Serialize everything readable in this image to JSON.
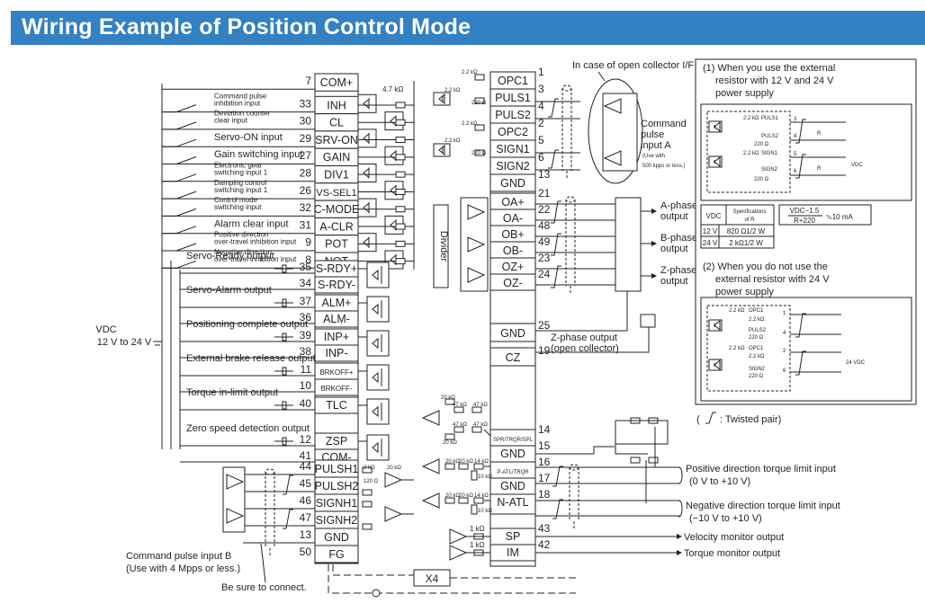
{
  "title": "Wiring Example of Position Control Mode",
  "connector_left": {
    "pins": [
      {
        "num": "7",
        "sig": "COM+",
        "desc": ""
      },
      {
        "num": "33",
        "sig": "INH",
        "desc": "Command pulse inhibition input"
      },
      {
        "num": "30",
        "sig": "CL",
        "desc": "Deviation counter clear input"
      },
      {
        "num": "29",
        "sig": "SRV-ON",
        "desc": "Servo-ON input"
      },
      {
        "num": "27",
        "sig": "GAIN",
        "desc": "Gain switching input"
      },
      {
        "num": "28",
        "sig": "DIV1",
        "desc": "Electronic gear switching input 1"
      },
      {
        "num": "26",
        "sig": "VS-SEL1",
        "desc": "Damping control switching input 1"
      },
      {
        "num": "32",
        "sig": "C-MODE",
        "desc": "Control mode switching input"
      },
      {
        "num": "31",
        "sig": "A-CLR",
        "desc": "Alarm clear input"
      },
      {
        "num": "9",
        "sig": "POT",
        "desc": "Positive direction over-travel inhibition input"
      },
      {
        "num": "8",
        "sig": "NOT",
        "desc": "Negative direction over-travel inhibition input"
      }
    ],
    "input_desc_lines": [
      [
        "Command pulse",
        "inhibition input"
      ],
      [
        "Deviation counter",
        "clear input"
      ],
      [
        "Servo-ON input"
      ],
      [
        "Gain switching input"
      ],
      [
        "Electronic gear",
        "switching input 1"
      ],
      [
        "Damping control",
        "switching input 1"
      ],
      [
        "Control mode",
        "switching input"
      ],
      [
        "Alarm clear input"
      ],
      [
        "Positive direction",
        "over-travel inhibition input"
      ],
      [
        "Negative direction",
        "over-travel inhibition input"
      ]
    ],
    "input_resistor": "4.7 kΩ",
    "outputs": [
      {
        "label": "Servo-Ready output",
        "pins": [
          {
            "num": "35",
            "sig": "S-RDY+"
          },
          {
            "num": "34",
            "sig": "S-RDY-"
          }
        ]
      },
      {
        "label": "Servo-Alarm output",
        "pins": [
          {
            "num": "37",
            "sig": "ALM+"
          },
          {
            "num": "36",
            "sig": "ALM-"
          }
        ]
      },
      {
        "label": "Positioning complete output",
        "pins": [
          {
            "num": "39",
            "sig": "INP+"
          },
          {
            "num": "38",
            "sig": "INP-"
          }
        ]
      },
      {
        "label": "External brake release output",
        "pins": [
          {
            "num": "11",
            "sig": "BRKOFF+"
          },
          {
            "num": "10",
            "sig": "BRKOFF-"
          }
        ]
      },
      {
        "label": "Torque in-limit output",
        "pins": [
          {
            "num": "40",
            "sig": "TLC"
          }
        ]
      },
      {
        "label": "Zero speed detection output",
        "pins": [
          {
            "num": "12",
            "sig": "ZSP"
          },
          {
            "num": "41",
            "sig": "COM-"
          }
        ]
      }
    ],
    "supply": {
      "label": "VDC",
      "range": "12 V to 24 V"
    },
    "pulse_b": [
      {
        "num": "44",
        "sig": "PULSH1"
      },
      {
        "num": "45",
        "sig": "PULSH2"
      },
      {
        "num": "46",
        "sig": "SIGNH1"
      },
      {
        "num": "47",
        "sig": "SIGNH2"
      },
      {
        "num": "13",
        "sig": "GND"
      },
      {
        "num": "50",
        "sig": "FG"
      }
    ],
    "pulse_b_label": [
      "Command pulse input B",
      "(Use with 4 Mpps or less.)"
    ],
    "connect_note": "Be sure to connect.",
    "pulse_b_resistors": {
      "series": "2 kΩ",
      "term": "120 Ω",
      "bias": "20 kΩ"
    }
  },
  "connector_right": {
    "pulse_a": [
      {
        "num": "1",
        "sig": "OPC1"
      },
      {
        "num": "3",
        "sig": "PULS1"
      },
      {
        "num": "4",
        "sig": "PULS2"
      },
      {
        "num": "2",
        "sig": "OPC2"
      },
      {
        "num": "5",
        "sig": "SIGN1"
      },
      {
        "num": "6",
        "sig": "SIGN2"
      },
      {
        "num": "13",
        "sig": "GND"
      }
    ],
    "pulse_a_resistors": {
      "r1": "2.2 kΩ",
      "r2": "220 Ω"
    },
    "open_collector_note": "In case of open collector I/F",
    "pulse_a_label": [
      "Command",
      "pulse",
      "input A"
    ],
    "pulse_a_note": [
      "(Use with",
      "500 kpps or less.)"
    ],
    "divider_label": "Divider",
    "encoder": [
      {
        "num": "21",
        "sig": "OA+"
      },
      {
        "num": "22",
        "sig": "OA-"
      },
      {
        "num": "48",
        "sig": "OB+"
      },
      {
        "num": "49",
        "sig": "OB-"
      },
      {
        "num": "23",
        "sig": "OZ+"
      },
      {
        "num": "24",
        "sig": "OZ-"
      }
    ],
    "phase_outputs": [
      [
        "A-phase",
        "output"
      ],
      [
        "B-phase",
        "output"
      ],
      [
        "Z-phase",
        "output"
      ]
    ],
    "gnd_pin": {
      "num": "25",
      "sig": "GND"
    },
    "cz_pin": {
      "num": "19",
      "sig": "CZ"
    },
    "z_open_collector": [
      "Z-phase output",
      "(open collector)"
    ],
    "analog": [
      {
        "num": "14",
        "sig": "SPR/TRQR/SPL"
      },
      {
        "num": "15",
        "sig": "GND"
      },
      {
        "num": "16",
        "sig": "P-ATL/TRQR"
      },
      {
        "num": "17",
        "sig": "GND"
      },
      {
        "num": "18",
        "sig": "N-ATL"
      },
      {
        "num": "43",
        "sig": "SP"
      },
      {
        "num": "42",
        "sig": "IM"
      }
    ],
    "analog_resistors": {
      "r20k": "20 kΩ",
      "r47k": "47 kΩ",
      "r14k": "14 kΩ",
      "r10k": "10 kΩ",
      "r1k": "1 kΩ"
    },
    "torque_pos": [
      "Positive direction torque limit input",
      "(0 V to +10 V)"
    ],
    "torque_neg": [
      "Negative direction torque limit input",
      "(−10 V to +10 V)"
    ],
    "velocity_monitor": "Velocity monitor output",
    "torque_monitor": "Torque monitor output",
    "x4_label": "X4"
  },
  "notes": {
    "case1": [
      "(1) When you use the external",
      "resistor with 12 V and 24 V",
      "power supply"
    ],
    "case1_labels": {
      "puls1": "PULS1",
      "puls2": "PULS2",
      "sign1": "SIGN1",
      "sign2": "SIGN2",
      "r22k": "2.2 kΩ",
      "r220": "220 Ω",
      "r": "R",
      "vdc": "VDC",
      "p3": "3",
      "p4": "4",
      "p5": "5",
      "p6": "6"
    },
    "table": {
      "headers": [
        "VDC",
        "Specifications of R"
      ],
      "rows": [
        [
          "12 V",
          "820 Ω1/2 W"
        ],
        [
          "24 V",
          "2 kΩ1/2 W"
        ]
      ]
    },
    "formula": {
      "numerator": "VDC−1.5",
      "denominator": "R+220",
      "result": "≒10 mA"
    },
    "case2": [
      "(2) When you do not use the",
      "external resistor with 24 V",
      "power supply"
    ],
    "case2_labels": {
      "opc1": "OPC1",
      "puls2": "PULS2",
      "sign2": "SIGN2",
      "r22k": "2.2 kΩ",
      "r220": "220 Ω",
      "vdc": "24 VDC",
      "p1": "1",
      "p4": "4",
      "p2": "2",
      "p6": "6"
    },
    "twisted_pair": ": Twisted pair)"
  }
}
